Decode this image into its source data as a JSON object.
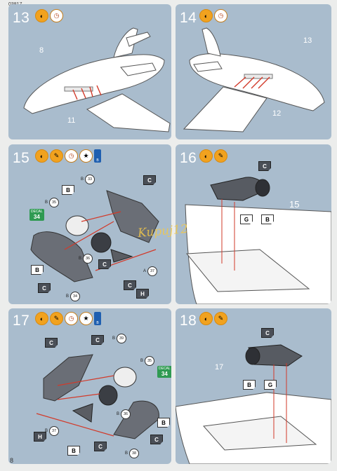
{
  "header": {
    "code": "03817"
  },
  "footer": {
    "page": "8"
  },
  "watermark": "Kupuj12",
  "steps": [
    {
      "num": "13",
      "labels": {
        "a": "8",
        "b": "11"
      }
    },
    {
      "num": "14",
      "labels": {
        "a": "13",
        "b": "12"
      }
    },
    {
      "num": "15",
      "parts": {
        "p1": "33",
        "p2": "35",
        "p3": "36",
        "p4": "37",
        "p5": "34"
      },
      "decal": {
        "title": "DECAL",
        "num": "34"
      },
      "tags": [
        "B",
        "C",
        "C",
        "B",
        "C",
        "C",
        "H"
      ],
      "bottle": "B"
    },
    {
      "num": "16",
      "labels": {
        "a": "15"
      },
      "tags": [
        "C",
        "G",
        "B"
      ]
    },
    {
      "num": "17",
      "parts": {
        "p1": "39",
        "p2": "35",
        "p3": "36",
        "p4": "37",
        "p5": "38"
      },
      "decal": {
        "title": "DECAL",
        "num": "34"
      },
      "tags": [
        "C",
        "C",
        "B",
        "C",
        "H",
        "C",
        "B"
      ],
      "bottle": "B"
    },
    {
      "num": "18",
      "labels": {
        "a": "17"
      },
      "tags": [
        "C",
        "B",
        "G"
      ]
    }
  ],
  "icons": {
    "tube": "tube-icon",
    "brush": "brush-icon",
    "clock": "clock-icon",
    "paint": "paint-icon"
  }
}
